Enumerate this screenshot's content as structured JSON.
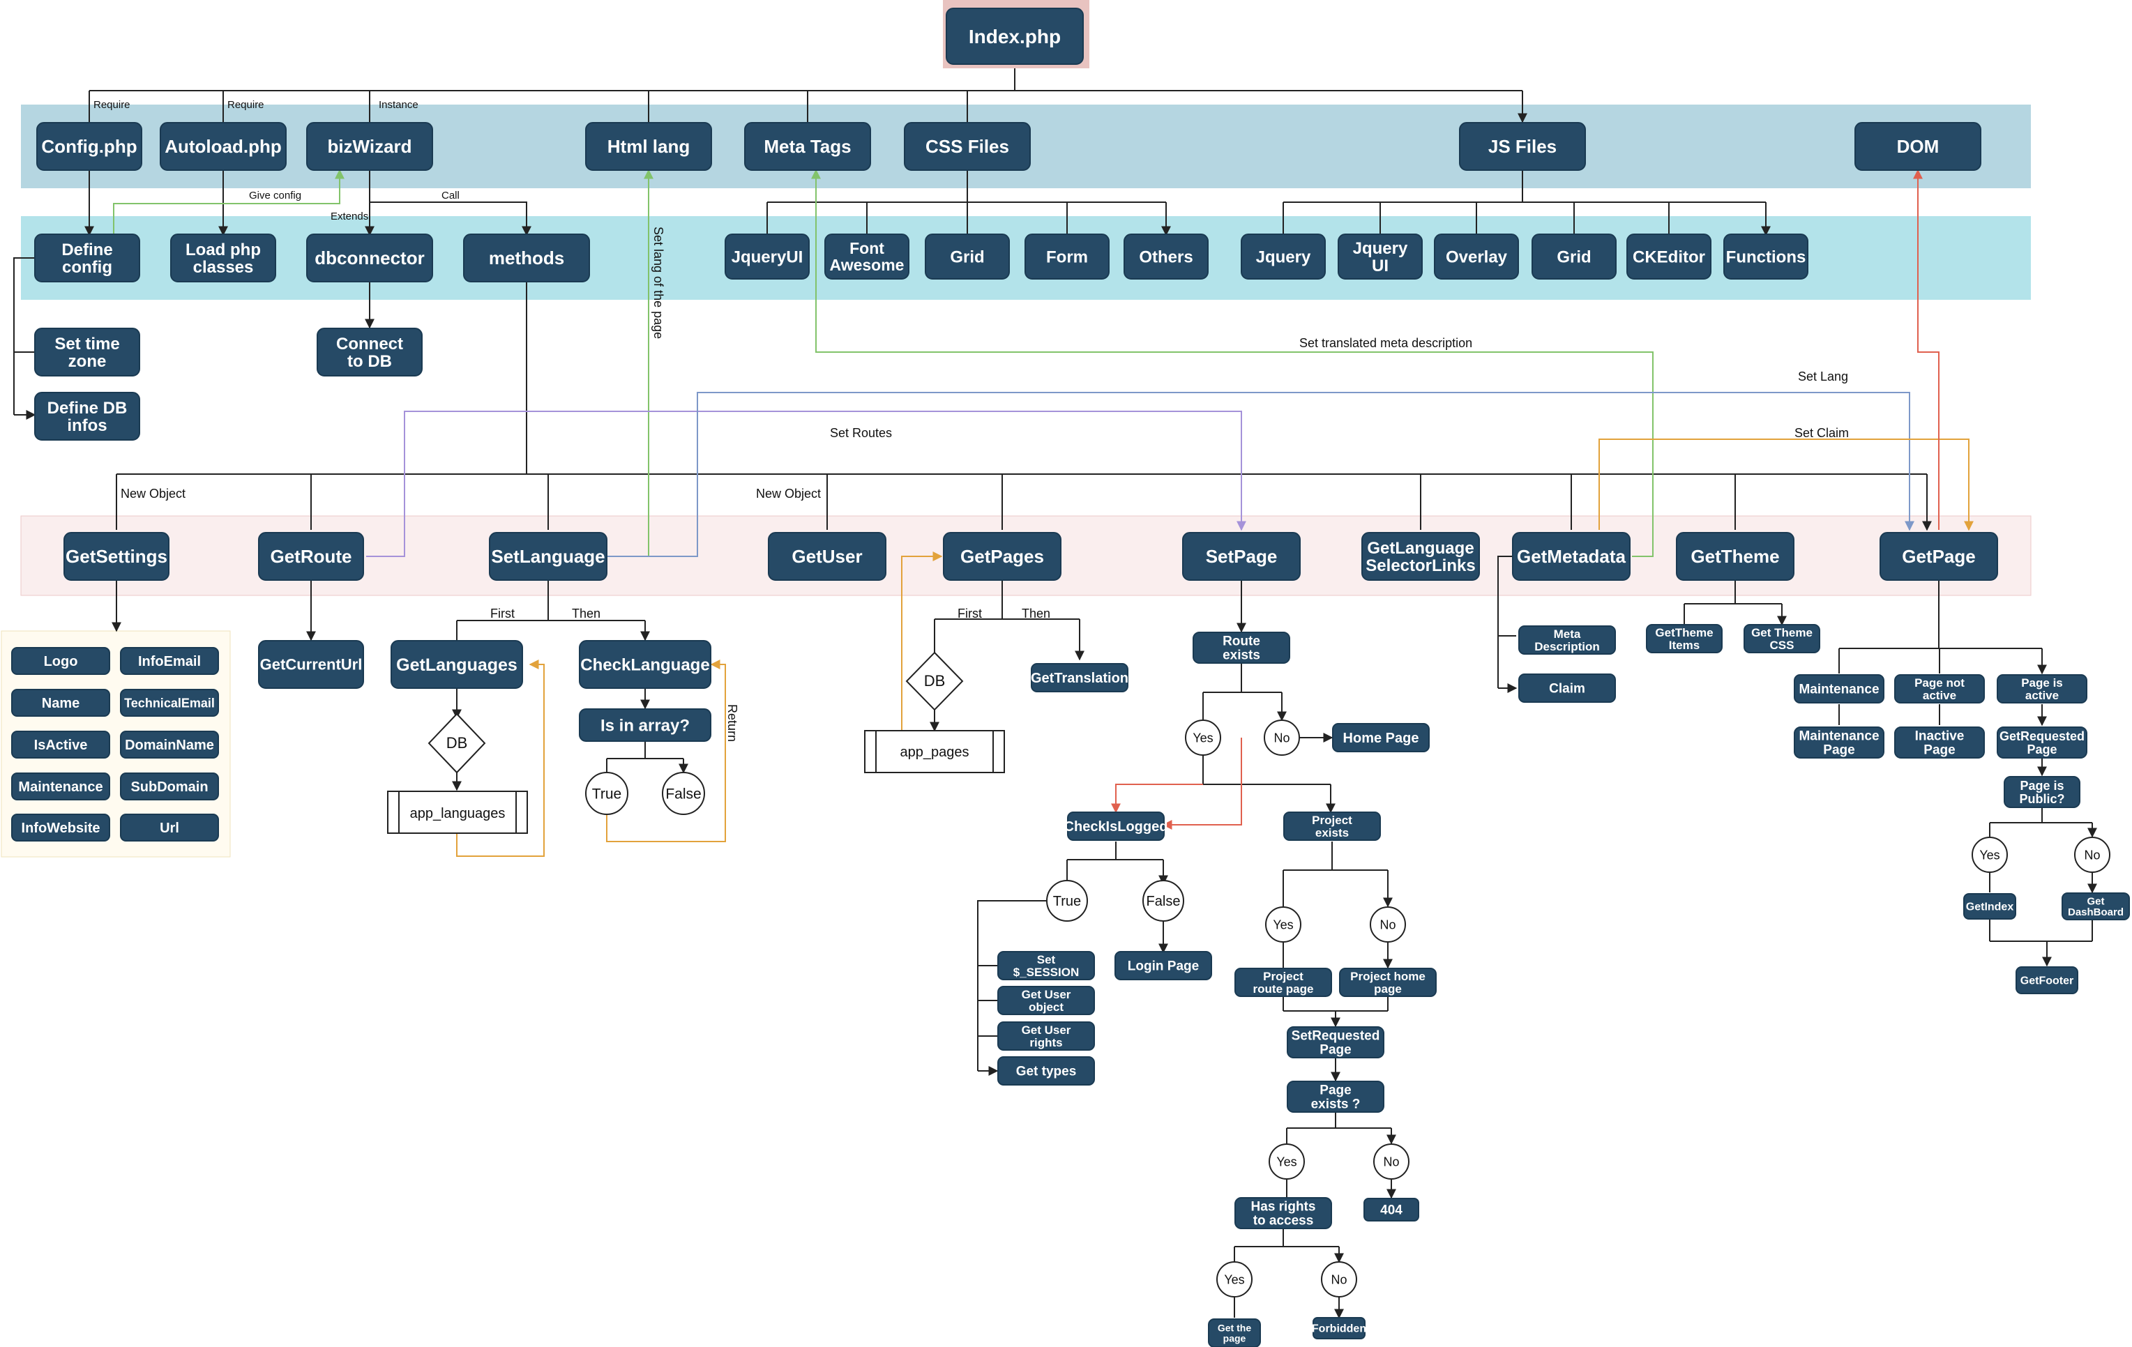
{
  "colors": {
    "node_fill": "#264a66",
    "node_stroke": "#1a3a52",
    "band_blue": "#b5d6e1",
    "band_teal": "#b3e3ea",
    "band_pink": "#faeeee",
    "index_frame": "#e8c3c0",
    "settings_panel": "#fffbf0",
    "line_black": "#222222",
    "line_green": "#82c36a",
    "line_purple": "#a592d9",
    "line_blue": "#7d98c8",
    "line_orange": "#e2a23b",
    "line_red": "#e0604e"
  },
  "nodes": {
    "index": "Index.php",
    "config": "Config.php",
    "autoload": "Autoload.php",
    "bizwizard": "bizWizard",
    "htmllang": "Html lang",
    "metatags": "Meta Tags",
    "cssfiles": "CSS Files",
    "jsfiles": "JS Files",
    "dom": "DOM",
    "defineconfig": "Define config",
    "loadphp": "Load php classes",
    "dbconnector": "dbconnector",
    "methods": "methods",
    "css_jqueryui": "JqueryUI",
    "css_fontawesome": "Font Awesome",
    "css_grid": "Grid",
    "css_form": "Form",
    "css_others": "Others",
    "js_jquery": "Jquery",
    "js_jqueryui": "Jquery UI",
    "js_overlay": "Overlay",
    "js_grid": "Grid",
    "js_ckeditor": "CKEditor",
    "js_functions": "Functions",
    "settimezone": "Set time zone",
    "definedb": "Define DB infos",
    "connectdb": "Connect to DB",
    "getsettings": "GetSettings",
    "getroute": "GetRoute",
    "setlanguage": "SetLanguage",
    "getuser": "GetUser",
    "getpages": "GetPages",
    "setpage": "SetPage",
    "getlangselector": "GetLanguage SelectorLinks",
    "getmetadata": "GetMetadata",
    "gettheme": "GetTheme",
    "getpage": "GetPage",
    "s_logo": "Logo",
    "s_name": "Name",
    "s_isactive": "IsActive",
    "s_maintenance": "Maintenance",
    "s_infowebsite": "InfoWebsite",
    "s_infoemail": "InfoEmail",
    "s_technicalemail": "TechnicalEmail",
    "s_domainname": "DomainName",
    "s_subdomain": "SubDomain",
    "s_url": "Url",
    "getcurrenturl": "GetCurrentUrl",
    "getlanguages": "GetLanguages",
    "checklanguage": "CheckLanguage",
    "isinarray": "Is in array?",
    "gettranslation": "GetTranslation",
    "routeexists": "Route exists",
    "homepage": "Home Page",
    "checkislogged": "CheckIsLogged",
    "projectexists": "Project exists",
    "setsession": "Set $_SESSION",
    "getuserobject": "Get User object",
    "getuserrights": "Get User rights",
    "gettypes": "Get types",
    "loginpage": "Login Page",
    "projectroutepage": "Project route page",
    "projecthomepage": "Project home page",
    "setrequestedpage": "SetRequested Page",
    "pageexists": "Page exists ?",
    "hasrights": "Has rights to access",
    "e404": "404",
    "getthepage": "Get the page",
    "forbidden": "Forbidden",
    "metadescription": "Meta Description",
    "claim": "Claim",
    "getthemeitems": "GetTheme Items",
    "getthemecss": "Get Theme CSS",
    "gp_maintenance": "Maintenance",
    "gp_notactive": "Page not active",
    "gp_isactive": "Page is active",
    "gp_maintpage": "Maintenance Page",
    "gp_inactivepage": "Inactive Page",
    "gp_getrequested": "GetRequested Page",
    "gp_ispublic": "Page is Public?",
    "gp_getindex": "GetIndex",
    "gp_getdashboard": "Get DashBoard",
    "gp_getfooter": "GetFooter"
  },
  "decisions": {
    "db_lang": "DB",
    "db_pages": "DB",
    "true_lang": "True",
    "false_lang": "False",
    "yes_route": "Yes",
    "no_route": "No",
    "true_logged": "True",
    "false_logged": "False",
    "yes_project": "Yes",
    "no_project": "No",
    "yes_page": "Yes",
    "no_page": "No",
    "yes_rights": "Yes",
    "no_rights": "No",
    "yes_public": "Yes",
    "no_public": "No"
  },
  "tables": {
    "app_languages": "app_languages",
    "app_pages": "app_pages"
  },
  "edge_labels": {
    "require1": "Require",
    "require2": "Require",
    "instance": "Instance",
    "give_config": "Give config",
    "call": "Call",
    "extends": "Extends",
    "set_lang_of_page": "Set lang of the page",
    "set_translated_meta": "Set translated meta description",
    "set_lang": "Set Lang",
    "set_routes": "Set Routes",
    "set_claim": "Set Claim",
    "new_object_1": "New Object",
    "new_object_2": "New Object",
    "first_1": "First",
    "then_1": "Then",
    "first_2": "First",
    "then_2": "Then",
    "return": "Return"
  }
}
